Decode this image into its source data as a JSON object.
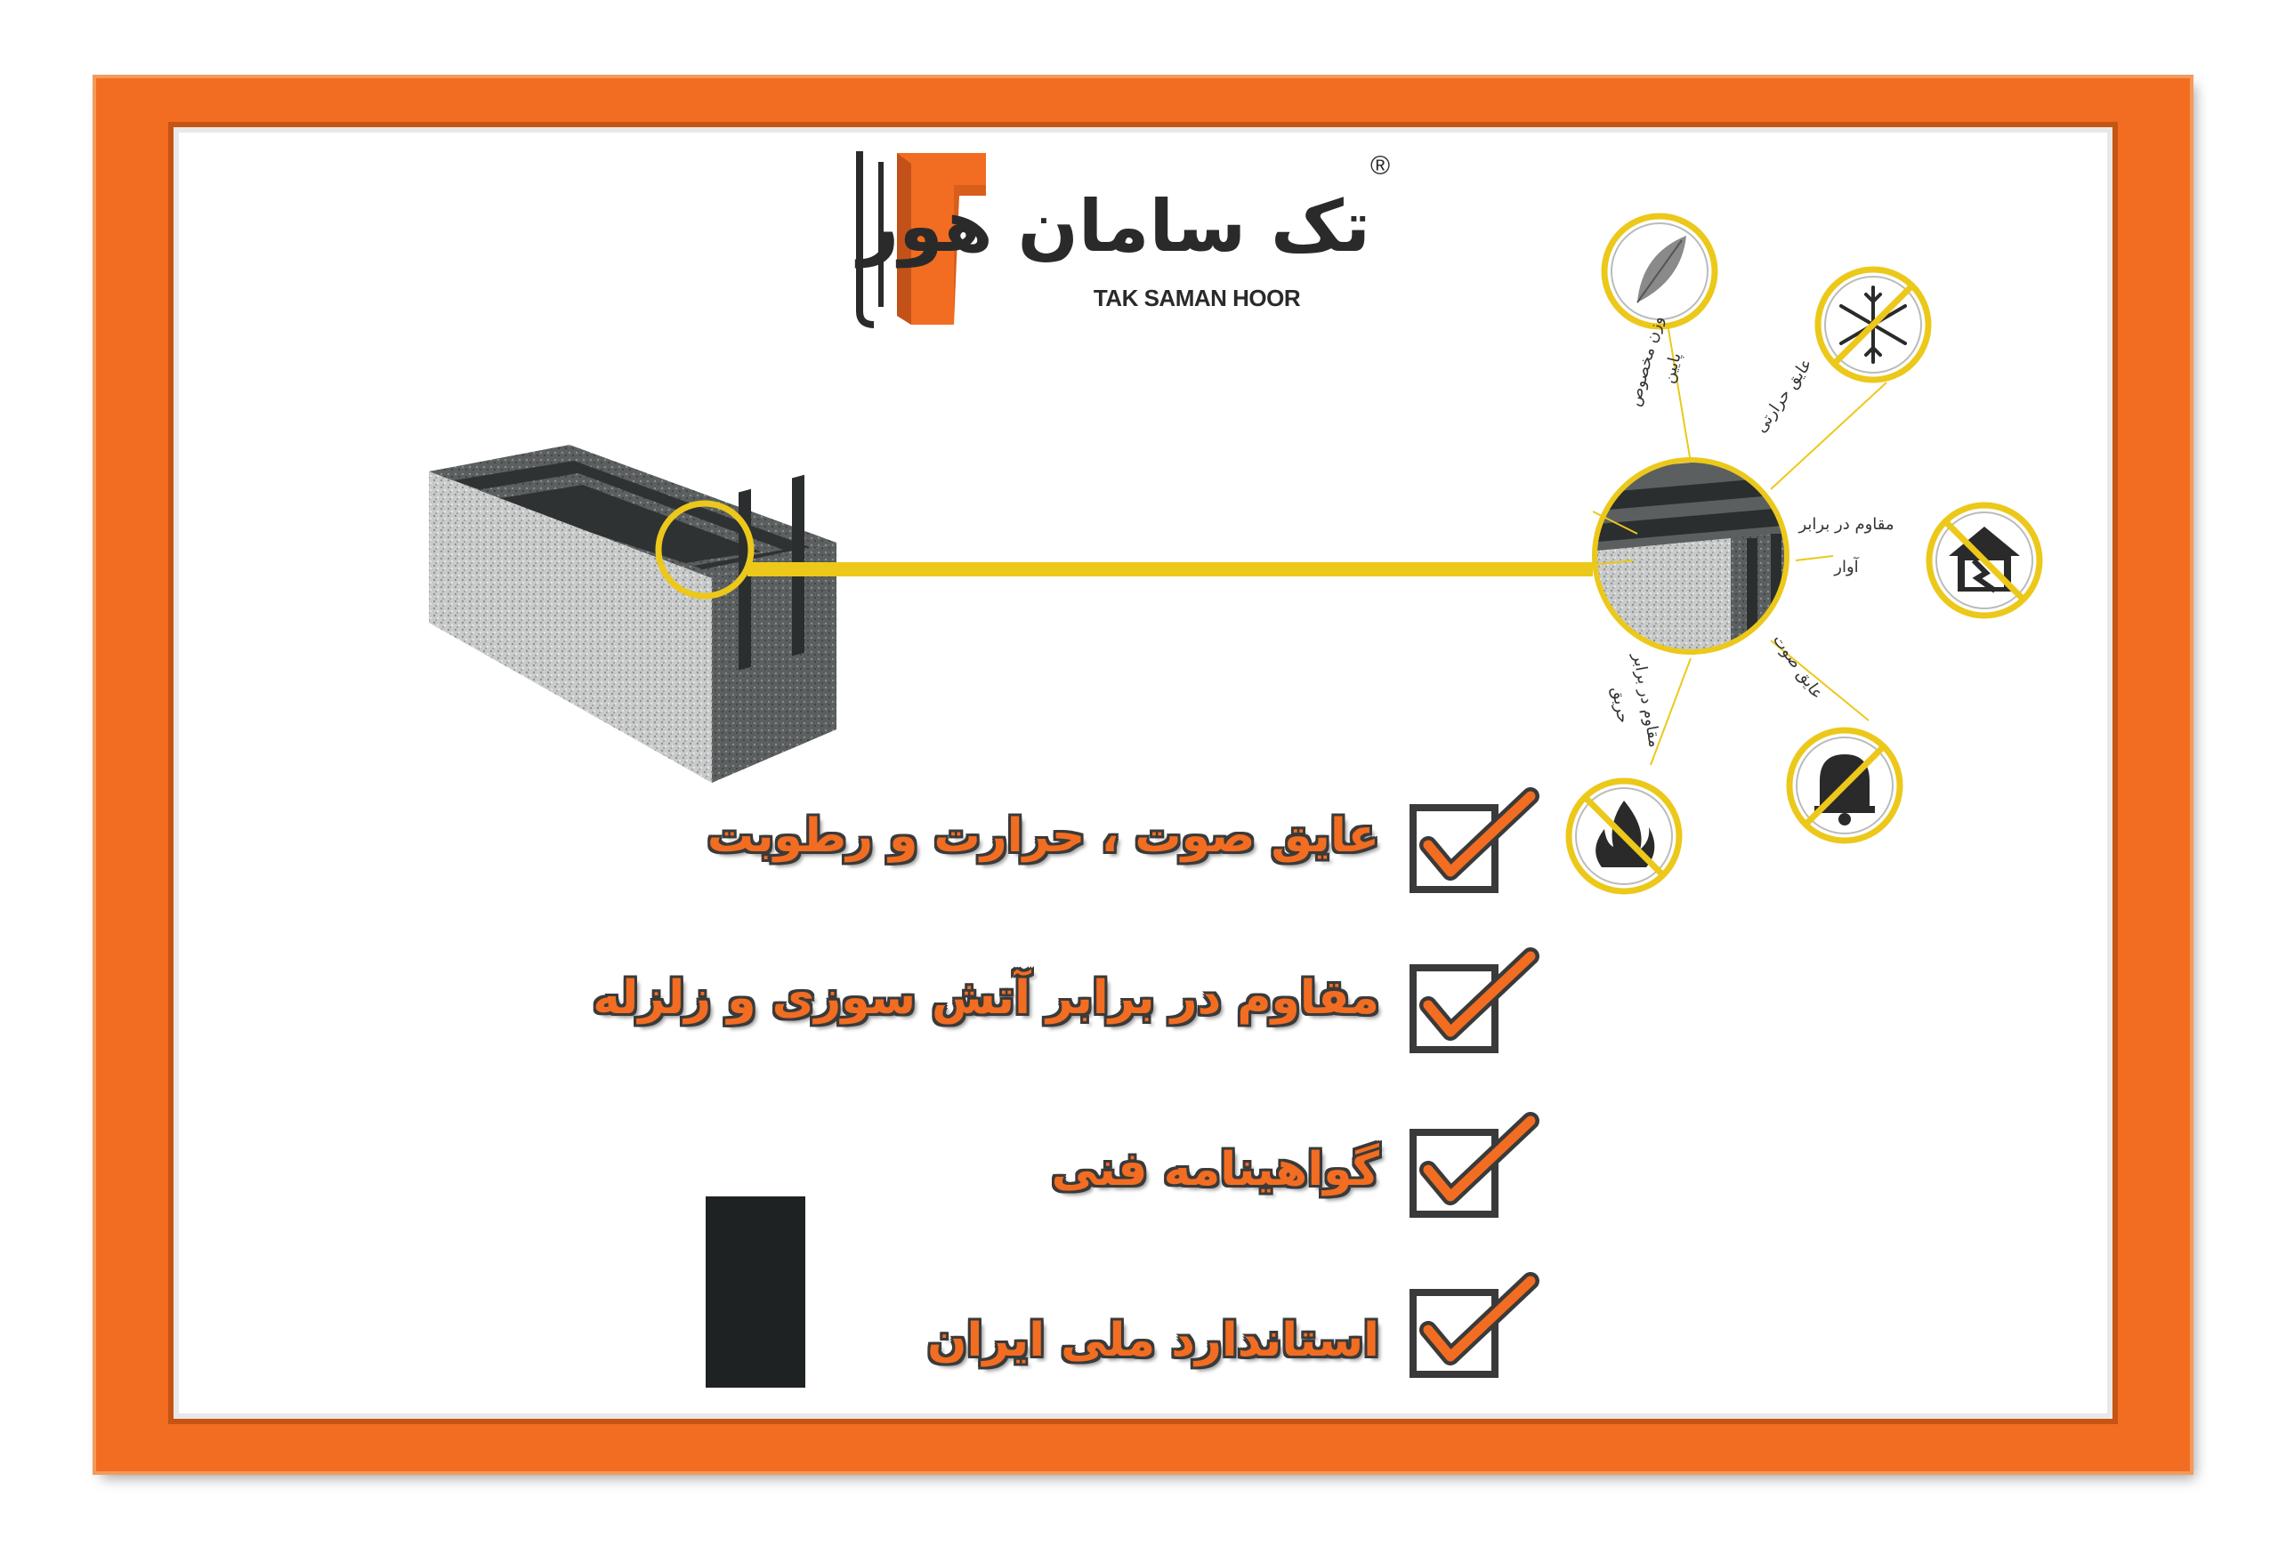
{
  "brand": {
    "name_fa": "تک سامان هور",
    "name_en": "TAK SAMAN HOOR",
    "registered": "®",
    "colors": {
      "primary": "#f26d21",
      "dark": "#2a2a2a",
      "accent": "#ecc81a"
    }
  },
  "features": [
    {
      "icon": "feather-icon",
      "label_line1": "وزن مخصوص",
      "label_line2": "پایین"
    },
    {
      "icon": "snowflake-icon",
      "label_line1": "عایق حرارتی",
      "label_line2": ""
    },
    {
      "icon": "earthquake-house-icon",
      "label_line1": "مقاوم در برابر",
      "label_line2": "آوار"
    },
    {
      "icon": "bell-icon",
      "label_line1": "عایق صوت",
      "label_line2": ""
    },
    {
      "icon": "fire-icon",
      "label_line1": "مقاوم در برابر",
      "label_line2": "حریق"
    }
  ],
  "checklist": [
    {
      "icon": "checkbox-icon",
      "text": "عایق صوت ، حرارت و رطوبت"
    },
    {
      "icon": "checkbox-icon",
      "text": "مقاوم در برابر آتش سوزی و زلزله"
    },
    {
      "icon": "checkbox-icon",
      "text": "گواهینامه فنی"
    },
    {
      "icon": "checkbox-icon",
      "text": "استاندارد ملی ایران"
    }
  ]
}
